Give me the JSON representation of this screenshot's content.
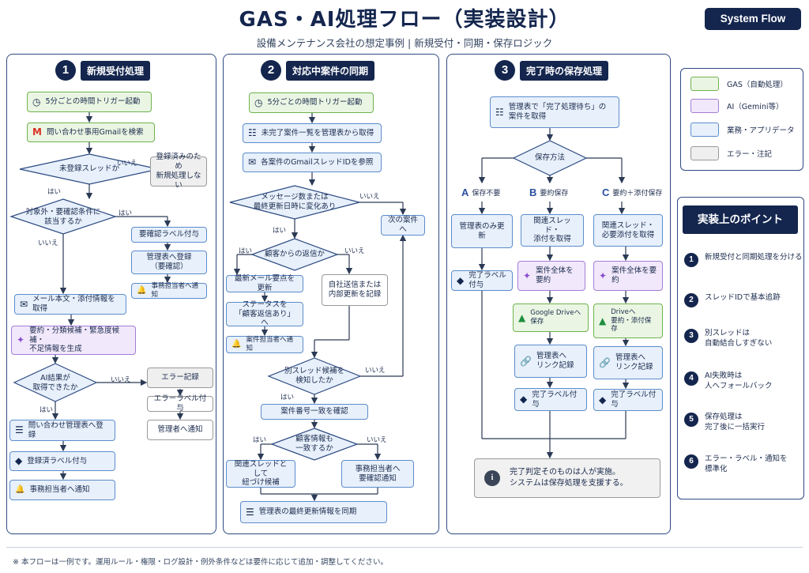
{
  "header": {
    "title": "GAS・AI処理フロー（実装設計）",
    "subtitle": "設備メンテナンス会社の想定事例 | 新規受付・同期・保存ロジック",
    "badge": "System Flow"
  },
  "colors": {
    "green": "#6fb34d",
    "blue": "#5c8dcc",
    "purple": "#a47ed4",
    "gray": "#999999",
    "navy": "#14264e"
  },
  "panel1": {
    "num": "1",
    "title": "新規受付処理",
    "trigger": "5分ごとの時間トリガー起動",
    "search": "問い合わせ事用Gmailを検索",
    "d1": "未登録スレッドか",
    "d1_no": "いいえ",
    "d1_yes": "はい",
    "skip": "登録済みのため\n新規処理しない",
    "d2": "対象外・要確認条件に\n該当するか",
    "d2_yes": "はい",
    "d2_no": "いいえ",
    "confirm_label": "要確認ラベル付与",
    "confirm_register": "管理表へ登録\n（要確認）",
    "confirm_notify": "事務担当者へ通知",
    "fetch": "メール本文・添付情報を取得",
    "ai": "要約・分類候補・緊急度候補・\n不足情報を生成",
    "d3": "AI結果が\n取得できたか",
    "d3_no": "いいえ",
    "d3_yes": "はい",
    "err_log": "エラー記録",
    "err_label": "エラーラベル付与",
    "err_notify": "管理者へ通知",
    "register": "問い合わせ管理表へ登録",
    "label": "登録済ラベル付与",
    "notify": "事務担当者へ通知"
  },
  "panel2": {
    "num": "2",
    "title": "対応中案件の同期",
    "trigger": "5分ごとの時間トリガー起動",
    "list": "未完了案件一覧を管理表から取得",
    "ref": "各案件のGmailスレッドIDを参照",
    "d1": "メッセージ数または\n最終更新日時に変化あり",
    "d1_no": "いいえ",
    "d1_yes": "はい",
    "next": "次の案件へ",
    "d2": "顧客からの返信か",
    "d2_yes": "はい",
    "d2_no": "いいえ",
    "update": "最新メール要点を更新",
    "status": "ステータスを\n「顧客返信あり」へ",
    "notify": "案件担当者へ通知",
    "internal": "自社送信または\n内部更新を記録",
    "d3": "別スレッド候補を\n検知したか",
    "d3_yes": "はい",
    "d3_no": "いいえ",
    "check": "案件番号一致を確認",
    "d4": "顧客情報も\n一致するか",
    "d4_yes": "はい",
    "d4_no": "いいえ",
    "link": "関連スレッドとして\n紐づけ候補",
    "request": "事務担当者へ\n要確認通知",
    "sync": "管理表の最終更新情報を同期"
  },
  "panel3": {
    "num": "3",
    "title": "完了時の保存処理",
    "get": "管理表で「完了処理待ち」の\n案件を取得",
    "d1": "保存方法",
    "a_letter": "A",
    "a_label": "保存不要",
    "b_letter": "B",
    "b_label": "要約保存",
    "c_letter": "C",
    "c_label": "要約＋添付保存",
    "a_update": "管理表のみ更新",
    "a_done": "完了ラベル付与",
    "b_get": "関連スレッド・\n添付を取得",
    "b_sum": "案件全体を要約",
    "b_drive": "Google Driveへ保存",
    "b_link": "管理表へ\nリンク記録",
    "b_done": "完了ラベル付与",
    "c_get": "関連スレッド・\n必要添付を取得",
    "c_sum": "案件全体を要約",
    "c_drive": "Driveへ\n要約・添付保存",
    "c_link": "管理表へ\nリンク記録",
    "c_done": "完了ラベル付与",
    "note": "完了判定そのものは人が実施。\nシステムは保存処理を支援する。"
  },
  "legend": [
    {
      "label": "GAS（自動処理）",
      "color": "#eaf6e3",
      "border": "#6fb34d"
    },
    {
      "label": "AI（Gemini等）",
      "color": "#f1e8fb",
      "border": "#a47ed4"
    },
    {
      "label": "業務・アプリデータ",
      "color": "#e7f0fb",
      "border": "#5c8dcc"
    },
    {
      "label": "エラー・注記",
      "color": "#efefef",
      "border": "#999999"
    }
  ],
  "points": {
    "title": "実装上のポイント",
    "items": [
      {
        "num": "1",
        "text": "新規受付と同期処理を分ける"
      },
      {
        "num": "2",
        "text": "スレッドIDで基本追跡"
      },
      {
        "num": "3",
        "text": "別スレッドは\n自動結合しすぎない"
      },
      {
        "num": "4",
        "text": "AI失敗時は\n人へフォールバック"
      },
      {
        "num": "5",
        "text": "保存処理は\n完了後に一括実行"
      },
      {
        "num": "6",
        "text": "エラー・ラベル・通知を\n標準化"
      }
    ]
  },
  "footer": "※ 本フローは一例です。運用ルール・権限・ログ設計・例外条件などは要件に応じて追加・調整してください。"
}
